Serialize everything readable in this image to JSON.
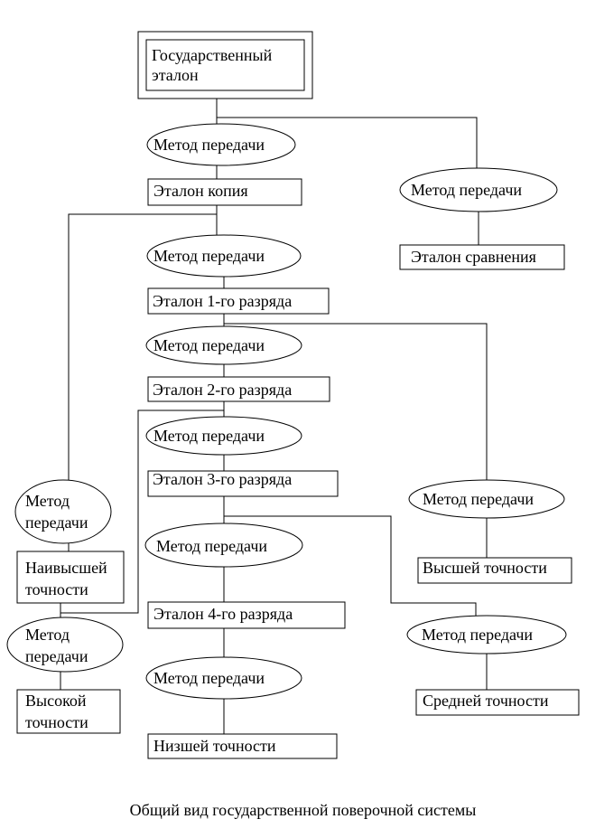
{
  "diagram": {
    "nodes": {
      "state_standard": {
        "shape": "double-rect",
        "lines": [
          "Государственный",
          "эталон"
        ]
      },
      "m_root": {
        "shape": "ellipse",
        "lines": [
          "Метод передачи"
        ]
      },
      "copy_standard": {
        "shape": "rect",
        "lines": [
          "Эталон копия"
        ]
      },
      "m_compare": {
        "shape": "ellipse",
        "lines": [
          "Метод передачи"
        ]
      },
      "compare_standard": {
        "shape": "rect",
        "lines": [
          "Эталон сравнения"
        ]
      },
      "m_copy": {
        "shape": "ellipse",
        "lines": [
          "Метод передачи"
        ]
      },
      "rank1": {
        "shape": "rect",
        "lines": [
          "Эталон 1-го разряда"
        ]
      },
      "m_rank1": {
        "shape": "ellipse",
        "lines": [
          "Метод передачи"
        ]
      },
      "rank2": {
        "shape": "rect",
        "lines": [
          "Эталон 2-го разряда"
        ]
      },
      "m_rank2": {
        "shape": "ellipse",
        "lines": [
          "Метод передачи"
        ]
      },
      "rank3": {
        "shape": "rect",
        "lines": [
          "Эталон 3-го разряда"
        ]
      },
      "m_rank3": {
        "shape": "ellipse",
        "lines": [
          "Метод передачи"
        ]
      },
      "rank4": {
        "shape": "rect",
        "lines": [
          "Эталон 4-го разряда"
        ]
      },
      "m_rank4": {
        "shape": "ellipse",
        "lines": [
          "Метод передачи"
        ]
      },
      "lowest": {
        "shape": "rect",
        "lines": [
          "Низшей точности"
        ]
      },
      "m_left": {
        "shape": "ellipse",
        "lines": [
          "Метод",
          "передачи"
        ]
      },
      "highest": {
        "shape": "rect",
        "lines": [
          "Наивысшей",
          "точности"
        ]
      },
      "m_left2": {
        "shape": "ellipse",
        "lines": [
          "Метод",
          "передачи"
        ]
      },
      "high": {
        "shape": "rect",
        "lines": [
          "Высокой",
          "точности"
        ]
      },
      "m_right1": {
        "shape": "ellipse",
        "lines": [
          "Метод передачи"
        ]
      },
      "higher": {
        "shape": "rect",
        "lines": [
          "Высшей точности"
        ]
      },
      "m_right2": {
        "shape": "ellipse",
        "lines": [
          "Метод передачи"
        ]
      },
      "medium": {
        "shape": "rect",
        "lines": [
          "Средней точности"
        ]
      }
    }
  },
  "caption": "Общий вид государственной поверочной системы"
}
